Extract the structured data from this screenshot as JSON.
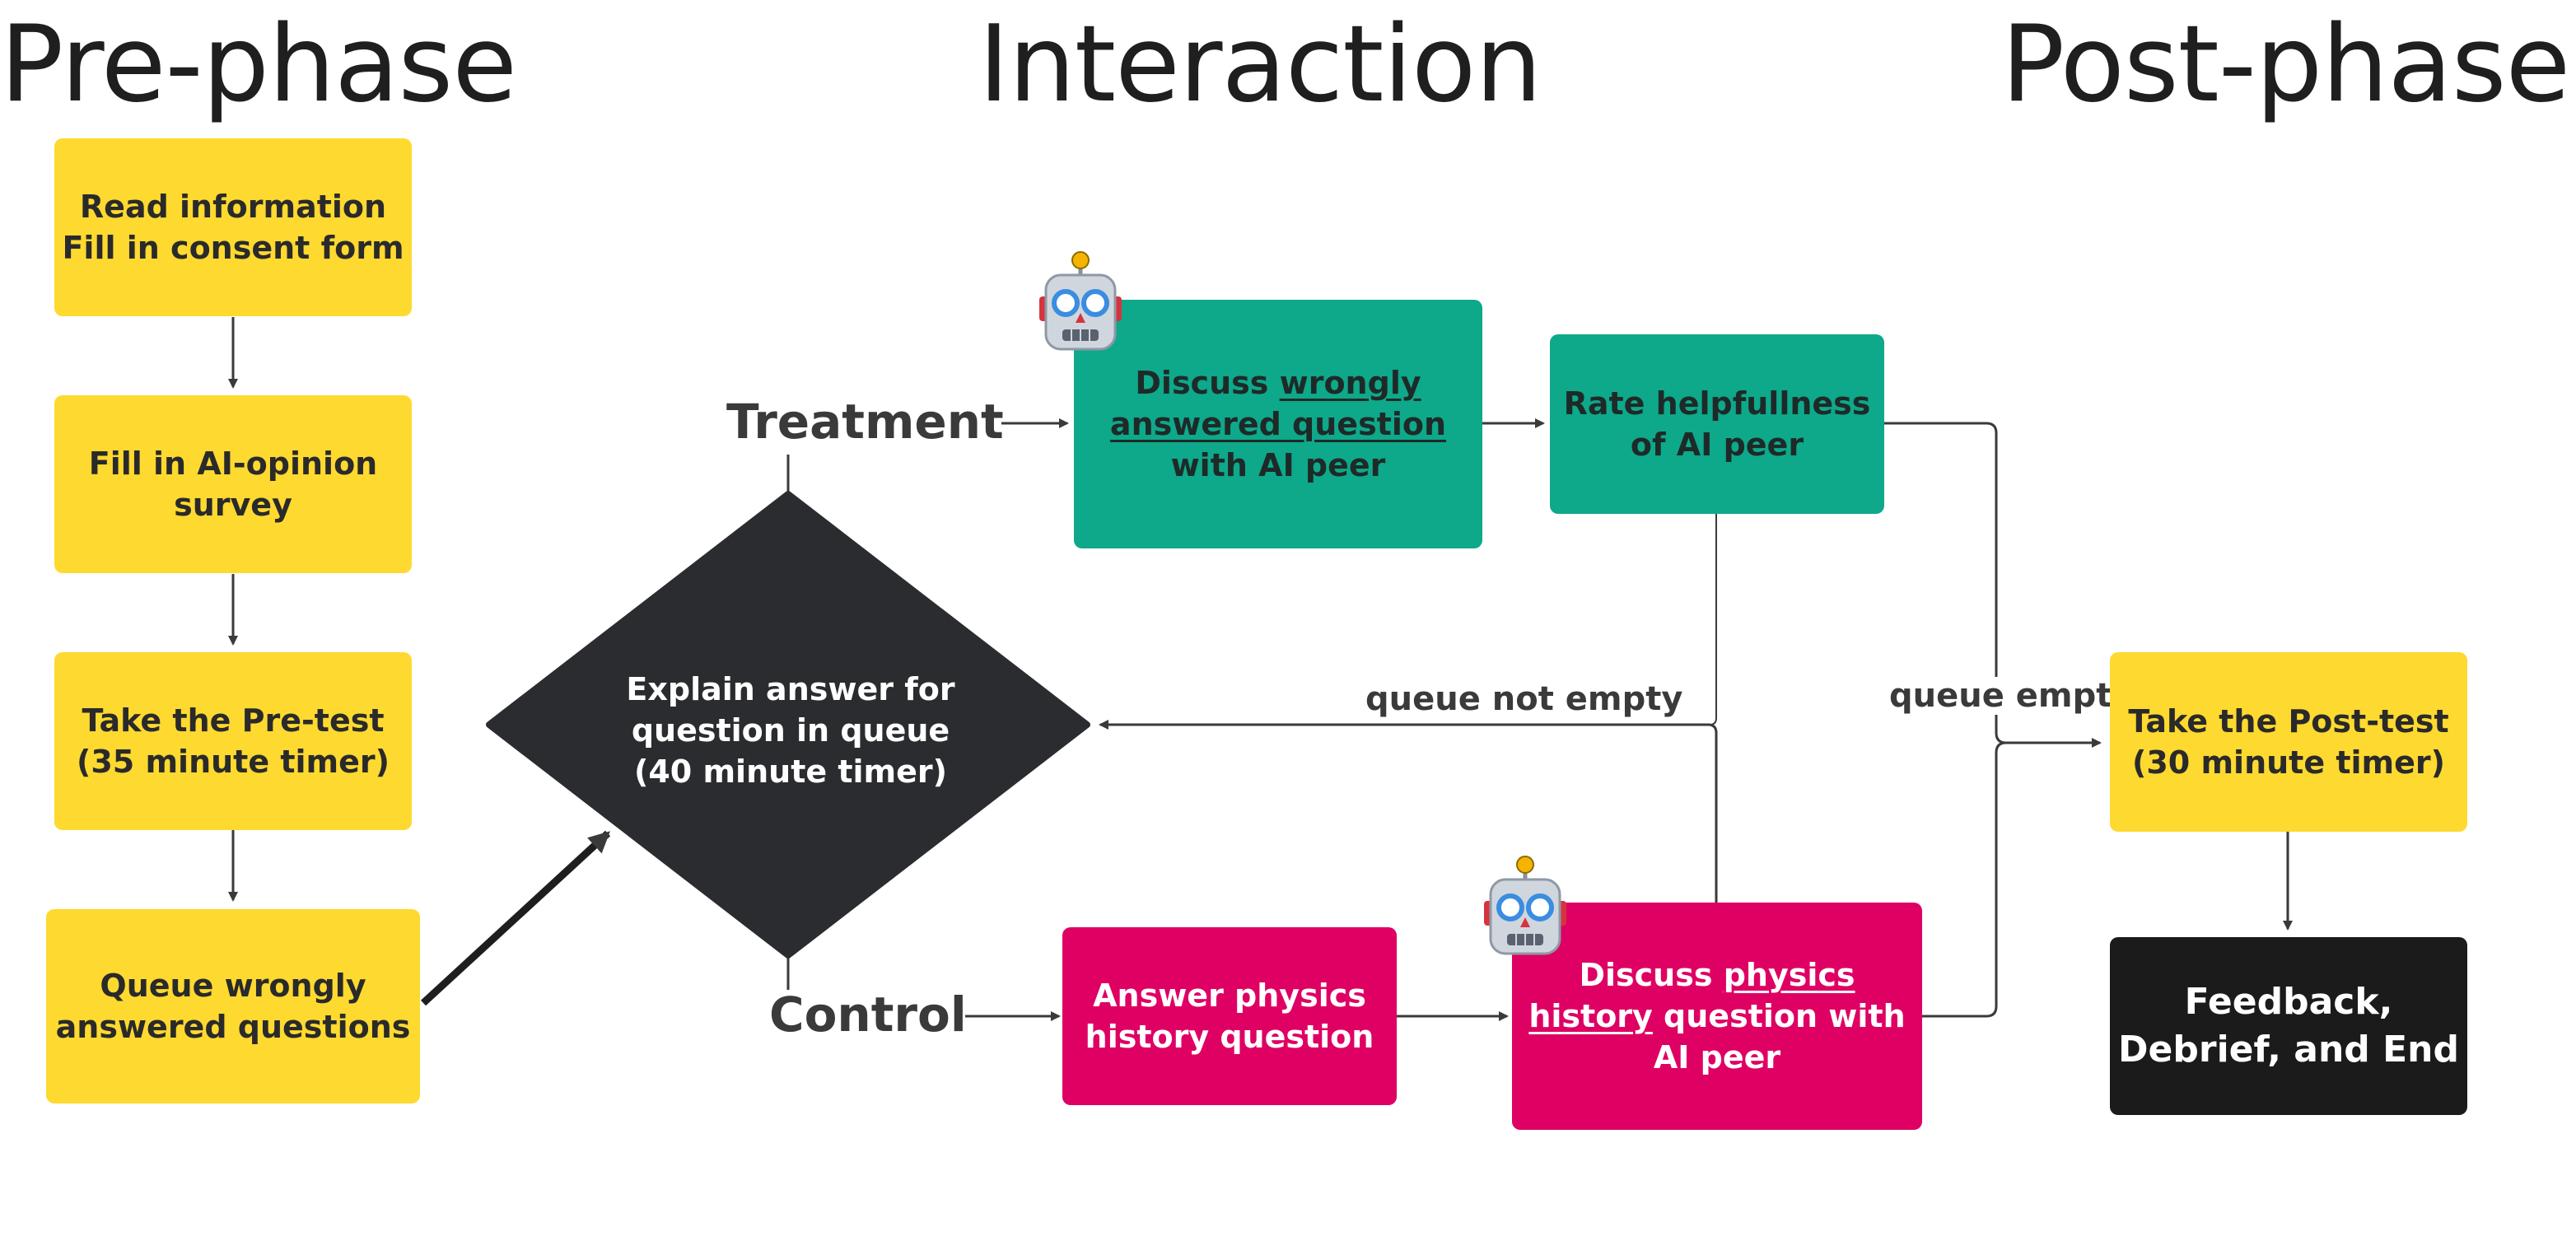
{
  "headings": {
    "pre": "Pre-phase",
    "interaction": "Interaction",
    "post": "Post-phase"
  },
  "pre_phase": {
    "consent": [
      "Read information",
      "Fill in consent form"
    ],
    "survey": [
      "Fill in AI-opinion",
      "survey"
    ],
    "pretest": [
      "Take the Pre-test",
      "(35 minute timer)"
    ],
    "queue": [
      "Queue wrongly",
      "answered questions"
    ]
  },
  "diamond": {
    "lines": [
      "Explain answer for",
      "question in queue",
      "(40 minute timer)"
    ],
    "fill": "#2b2c30"
  },
  "treatment": {
    "label": "Treatment",
    "discuss": {
      "line1_prefix": "Discuss ",
      "line1_underlined": "wrongly",
      "line2_underlined": "answered question",
      "line3": "with AI peer"
    },
    "rate": [
      "Rate helpfullness",
      "of AI peer"
    ]
  },
  "control": {
    "label": "Control",
    "answer": [
      "Answer physics",
      "history question"
    ],
    "discuss": {
      "line1_prefix": "Discuss ",
      "line1_underlined": "physics",
      "line2_underlined": "history",
      "line2_suffix": " question with",
      "line3": "AI peer"
    }
  },
  "edges": {
    "queue_not_empty": "queue not empty",
    "queue_empty": "queue empty"
  },
  "post_phase": {
    "posttest": [
      "Take the Post-test",
      "(30 minute timer)"
    ],
    "end": [
      "Feedback,",
      "Debrief, and End"
    ]
  },
  "icons": [
    "robot-icon",
    "robot-icon"
  ],
  "colors": {
    "yellow": "#fed930",
    "teal": "#0ea88a",
    "pink": "#df0064",
    "black": "#1b1b1b",
    "arrow": "#3a3a3a"
  }
}
